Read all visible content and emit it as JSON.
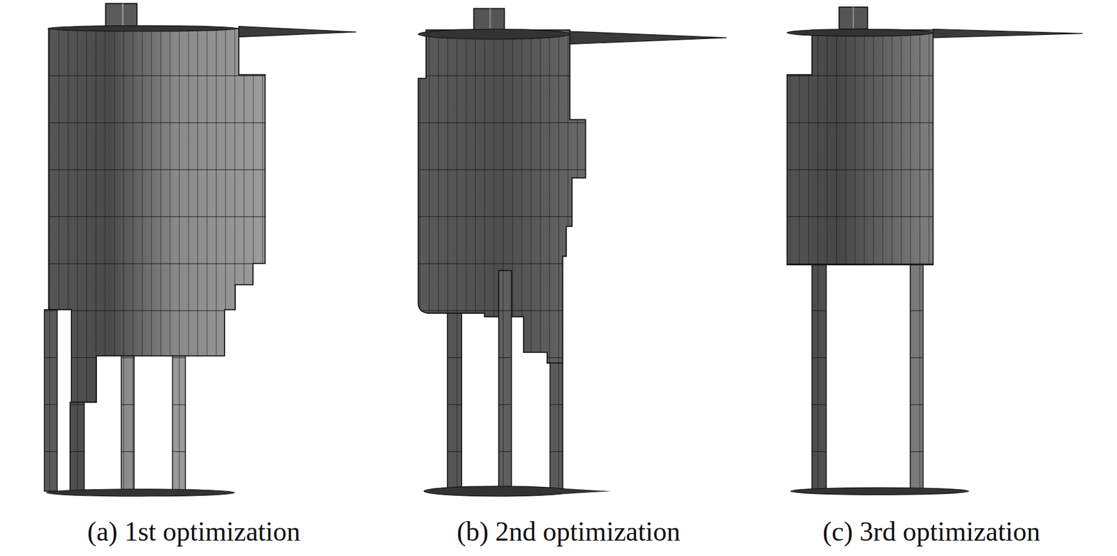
{
  "diagram": {
    "labels": [
      "(a) 1st optimization",
      "(b) 2nd optimization",
      "(c) 3rd optimization"
    ]
  }
}
